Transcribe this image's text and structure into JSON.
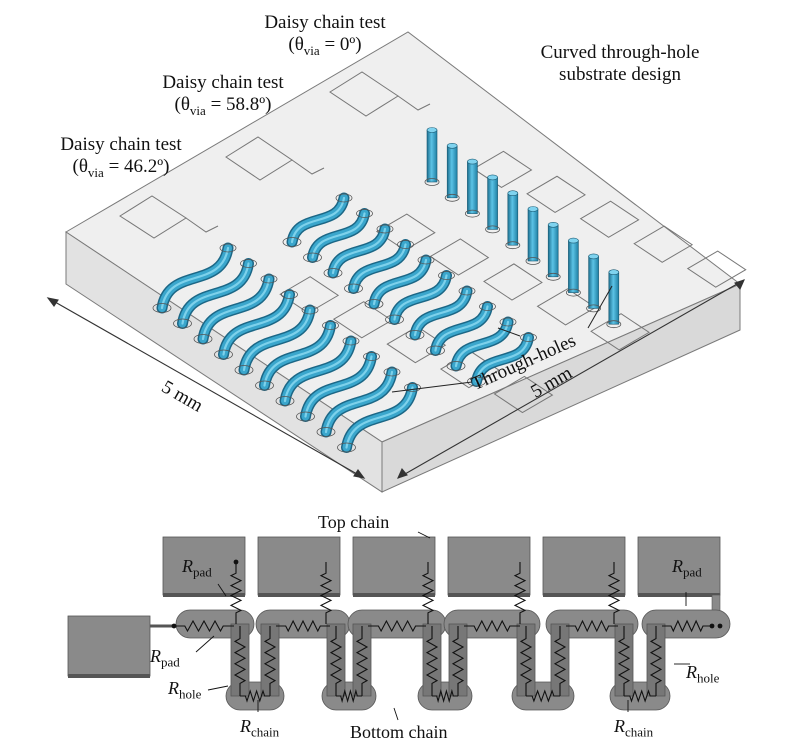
{
  "top_figure": {
    "daisy_tests": [
      {
        "line1": "Daisy chain test",
        "theta_label": "θ",
        "theta_sub": "via",
        "theta_value": " = 0º)"
      },
      {
        "line1": "Daisy chain test",
        "theta_label": "θ",
        "theta_sub": "via",
        "theta_value": " = 58.8º)"
      },
      {
        "line1": "Daisy chain test",
        "theta_label": "θ",
        "theta_sub": "via",
        "theta_value": " = 46.2º)"
      }
    ],
    "design_title_line1": "Curved through-hole",
    "design_title_line2": "substrate design",
    "through_holes": "Through-holes",
    "dim_left": "5 mm",
    "dim_right": "5 mm"
  },
  "bottom_figure": {
    "top_chain": "Top chain",
    "bottom_chain": "Bottom chain",
    "r_symbol": "R",
    "sub_pad": "pad",
    "sub_hole": "hole",
    "sub_chain": "chain"
  },
  "colors": {
    "via_blue": "#3aa6cc",
    "pad_gray": "#8a8a8a",
    "substrate": "#e9e9e9"
  }
}
